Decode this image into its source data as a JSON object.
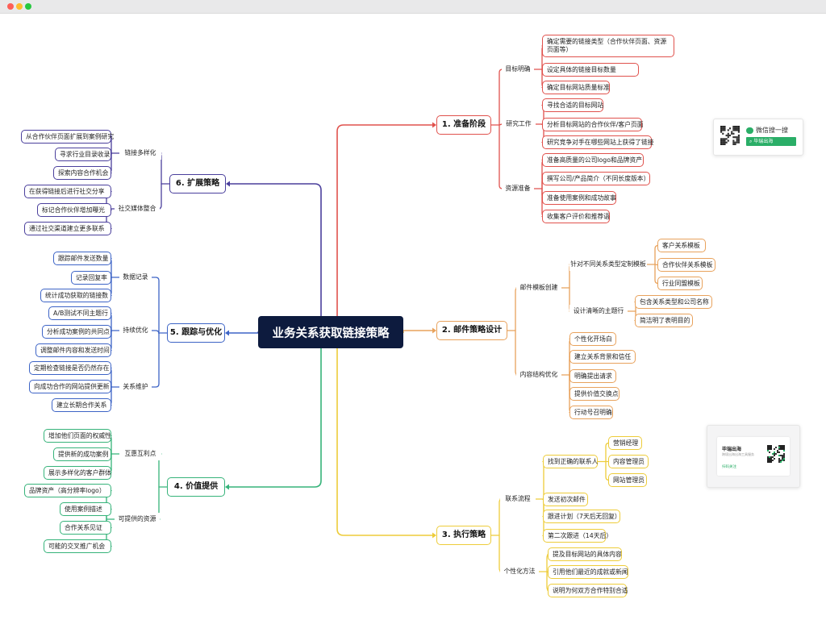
{
  "colors": {
    "red": "#e0524d",
    "orange": "#e8a25c",
    "yellow": "#edcc3a",
    "green": "#36b37a",
    "blue": "#3d64c6",
    "indigo": "#4a3f9c",
    "root_bg": "#0d1b3e",
    "wechat_green": "#2aae67"
  },
  "window": {
    "controls": [
      "close",
      "minimize",
      "maximize"
    ]
  },
  "root": {
    "label": "业务关系获取链接策略"
  },
  "branches": {
    "b1": {
      "label": "1. 准备阶段",
      "g1": {
        "label": "目标明确",
        "leaves": [
          "确定需要的链接类型（合作伙伴页面、资源页面等）",
          "设定具体的链接目标数量",
          "确定目标网站质量标准"
        ]
      },
      "g2": {
        "label": "研究工作",
        "leaves": [
          "寻找合适的目标网站",
          "分析目标网站的合作伙伴/客户页面",
          "研究竞争对手在哪些网站上获得了链接"
        ]
      },
      "g3": {
        "label": "资源准备",
        "leaves": [
          "准备高质量的公司logo和品牌资产",
          "撰写公司/产品简介（不同长度版本）",
          "准备使用案例和成功故事",
          "收集客户评价和推荐语"
        ]
      }
    },
    "b2": {
      "label": "2. 邮件策略设计",
      "g1": {
        "label": "邮件模板创建",
        "s1": {
          "label": "针对不同关系类型定制模板",
          "leaves": [
            "客户关系模板",
            "合作伙伴关系模板",
            "行业同盟模板"
          ]
        },
        "s2": {
          "label": "设计清晰的主题行",
          "leaves": [
            "包含关系类型和公司名称",
            "简洁明了表明目的"
          ]
        }
      },
      "g2": {
        "label": "内容结构优化",
        "leaves": [
          "个性化开场白",
          "建立关系背景和信任",
          "明确提出请求",
          "提供价值交换点",
          "行动号召明确"
        ]
      }
    },
    "b3": {
      "label": "3. 执行策略",
      "g1": {
        "label": "联系流程",
        "s1": {
          "label": "找到正确的联系人",
          "leaves": [
            "营销经理",
            "内容管理员",
            "网站管理员"
          ]
        },
        "leaves": [
          "发送初次邮件",
          "跟进计划（7天后无回复）",
          "第二次跟进（14天后）"
        ]
      },
      "g2": {
        "label": "个性化方法",
        "leaves": [
          "提及目标网站的具体内容",
          "引用他们最近的成就或新闻",
          "说明为何双方合作特别合适"
        ]
      }
    },
    "b4": {
      "label": "4. 价值提供",
      "g1": {
        "label": "互惠互利点",
        "leaves": [
          "增加他们页面的权威性",
          "提供新的成功案例",
          "展示多样化的客户群体"
        ]
      },
      "g2": {
        "label": "可提供的资源",
        "leaves": [
          "品牌资产（高分辨率logo）",
          "使用案例描述",
          "合作关系见证",
          "可能的交叉推广机会"
        ]
      }
    },
    "b5": {
      "label": "5. 跟踪与优化",
      "g1": {
        "label": "数据记录",
        "leaves": [
          "跟踪邮件发送数量",
          "记录回复率",
          "统计成功获取的链接数"
        ]
      },
      "g2": {
        "label": "持续优化",
        "leaves": [
          "A/B测试不同主题行",
          "分析成功案例的共同点",
          "调整邮件内容和发送时间"
        ]
      },
      "g3": {
        "label": "关系维护",
        "leaves": [
          "定期检查链接是否仍然存在",
          "向成功合作的网站提供更新",
          "建立长期合作关系"
        ]
      }
    },
    "b6": {
      "label": "6. 扩展策略",
      "g1": {
        "label": "链接多样化",
        "leaves": [
          "从合作伙伴页面扩展到案例研究",
          "寻求行业目录收录",
          "探索内容合作机会"
        ]
      },
      "g2": {
        "label": "社交媒体整合",
        "leaves": [
          "在获得链接后进行社交分享",
          "标记合作伙伴增加曝光",
          "通过社交渠道建立更多联系"
        ]
      }
    }
  },
  "cards": {
    "wechat": {
      "search_label": "微信搜一搜",
      "pill_label": "毕瑞出海",
      "icon": "wechat-icon"
    },
    "brand": {
      "title": "毕瑞出海",
      "subtitle": "跨境出海出海工具服务",
      "scan_label": "扫码关注",
      "icon": "qr-code-icon"
    }
  }
}
